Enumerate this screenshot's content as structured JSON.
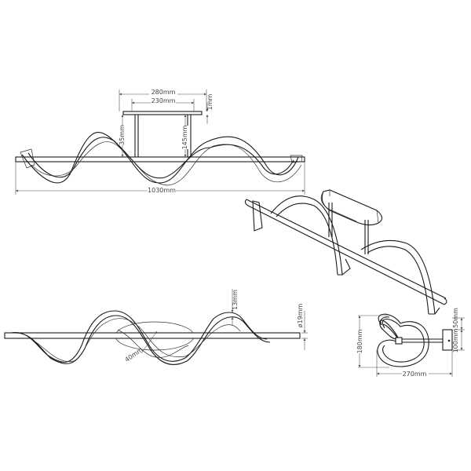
{
  "drawing": {
    "subject": "LED ceiling lamp with twisted wave arms — technical dimension drawing",
    "views": {
      "front": {
        "dims": {
          "canopy_outer": "280mm",
          "canopy_inner": "230mm",
          "canopy_thickness": "1mm",
          "rod_left": "35mm",
          "rod_right": "145mm",
          "total_length": "1030mm"
        }
      },
      "top": {
        "dims": {
          "ribbon_height": "13mm",
          "bar_diameter": "ø19mm",
          "ribbon_width": "40mm"
        }
      },
      "side": {
        "dims": {
          "height_a": "50mm",
          "height_b": "100mm",
          "total_height": "180mm",
          "depth": "270mm"
        }
      },
      "perspective": {}
    },
    "colors": {
      "line": "#1a1a1a",
      "dimension": "#555555",
      "background": "#ffffff"
    }
  }
}
